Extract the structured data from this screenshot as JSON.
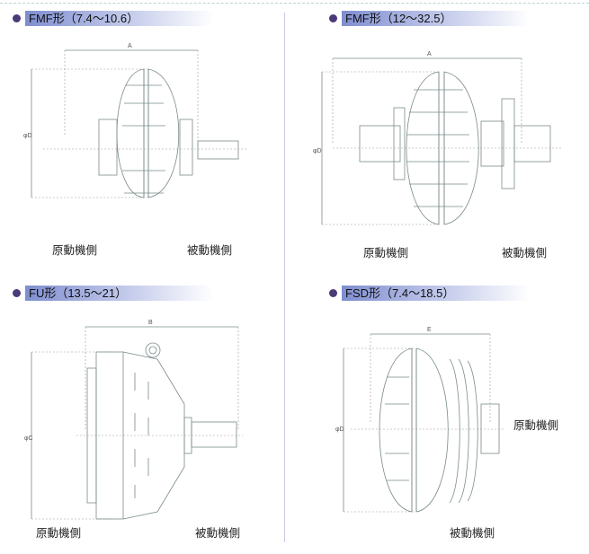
{
  "panels": [
    {
      "title": "FMF形（7.4～10.6）",
      "dim_width": "A",
      "dim_dia": "φD",
      "driver_label": "原動機側",
      "driven_label": "被動機側"
    },
    {
      "title": "FMF形（12～32.5）",
      "dim_width": "A",
      "dim_dia": "φD",
      "driver_label": "原動機側",
      "driven_label": "被動機側"
    },
    {
      "title": "FU形（13.5～21）",
      "dim_width": "B",
      "dim_dia": "φC",
      "driver_label": "原動機側",
      "driven_label": "被動機側"
    },
    {
      "title": "FSD形（7.4～18.5）",
      "dim_width": "E",
      "dim_dia": "φD",
      "driver_label": "原動機側",
      "driven_label": "被動機側"
    }
  ]
}
